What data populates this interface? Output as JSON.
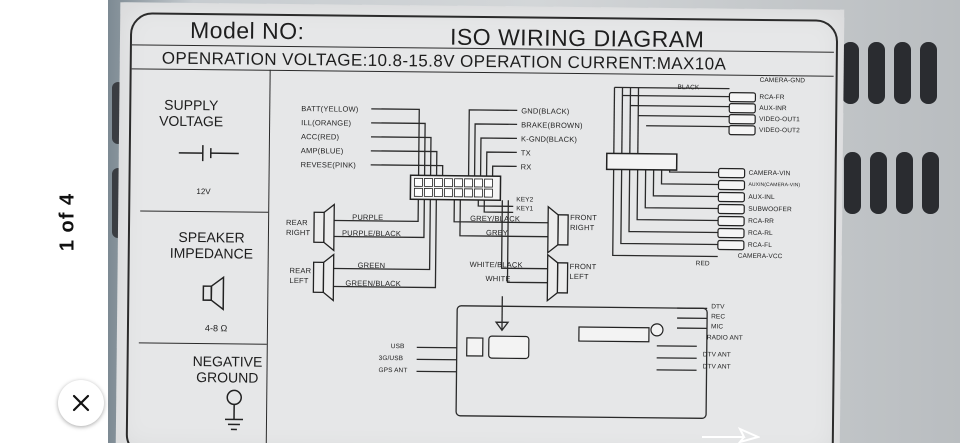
{
  "viewer": {
    "counter": "1 of 4",
    "close_icon": "close-icon"
  },
  "sticker": {
    "model_label": "Model NO:",
    "title": "ISO WIRING DIAGRAM",
    "spec_line": "OPENRATION  VOLTAGE:10.8-15.8V  OPERATION  CURRENT:MAX10A",
    "sections": {
      "supply_voltage": "SUPPLY\nVOLTAGE",
      "supply_value": "12V",
      "speaker_impedance": "SPEAKER\nIMPEDANCE",
      "impedance_value": "4-8 Ω",
      "negative_ground": "NEGATIVE\nGROUND"
    },
    "left_wires": [
      "BATT(YELLOW)",
      "ILL(ORANGE)",
      "ACC(RED)",
      "AMP(BLUE)",
      "REVESE(PINK)"
    ],
    "right_wires": [
      "GND(BLACK)",
      "BRAKE(BROWN)",
      "K-GND(BLACK)",
      "TX",
      "RX"
    ],
    "keys": [
      "KEY2",
      "KEY1"
    ],
    "speakers": {
      "rear_right": "REAR\nRIGHT",
      "rear_left": "REAR\nLEFT",
      "front_right": "FRONT\nRIGHT",
      "front_left": "FRONT\nLEFT",
      "purple": "PURPLE",
      "purple_black": "PURPLE/BLACK",
      "green": "GREEN",
      "green_black": "GREEN/BLACK",
      "grey_black": "GREY/BLACK",
      "grey": "GREY",
      "white_black": "WHITE/BLACK",
      "white": "WHITE"
    },
    "rca_side": {
      "black": "BLACK",
      "camera_gnd": "CAMERA-GND",
      "top": [
        "RCA-FR",
        "AUX-INR",
        "VIDEO-OUT1",
        "VIDEO-OUT2"
      ],
      "bottom": [
        "CAMERA-VIN",
        "AUXIN(CAMERA-VIN)",
        "AUX-INL",
        "SUBWOOFER",
        "RCA-RR",
        "RCA-RL",
        "RCA-FL"
      ],
      "red": "RED",
      "camera_vcc": "CAMERA-VCC"
    },
    "unit": {
      "left": [
        "USB",
        "3G/USB",
        "GPS ANT"
      ],
      "right": [
        "DTV",
        "REC",
        "MIC",
        "RADIO ANT",
        "DTV ANT",
        "DTV ANT"
      ]
    }
  }
}
